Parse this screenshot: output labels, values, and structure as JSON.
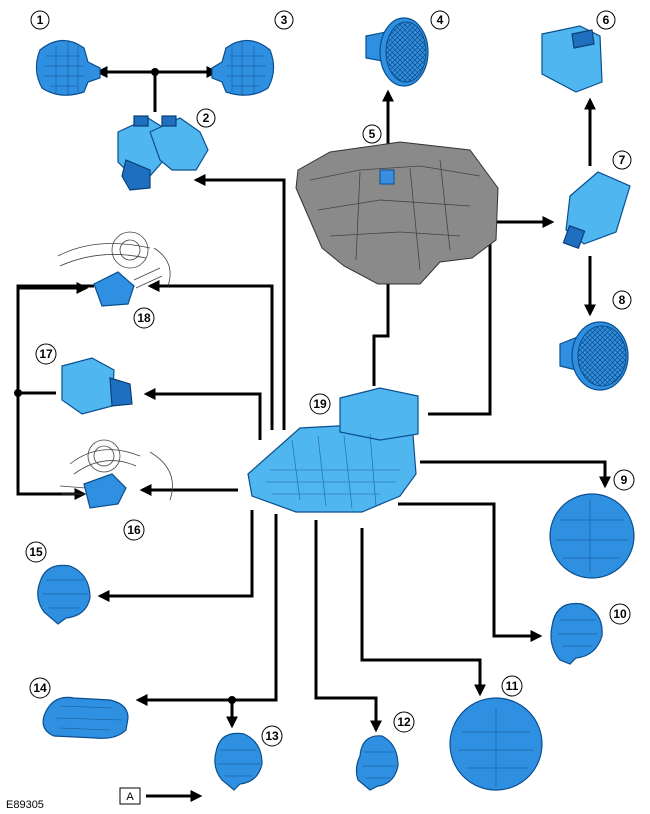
{
  "diagram_id": "E89305",
  "legend_key": "A",
  "callouts": [
    "1",
    "2",
    "3",
    "4",
    "5",
    "6",
    "7",
    "8",
    "9",
    "10",
    "11",
    "12",
    "13",
    "14",
    "15",
    "16",
    "17",
    "18",
    "19"
  ]
}
